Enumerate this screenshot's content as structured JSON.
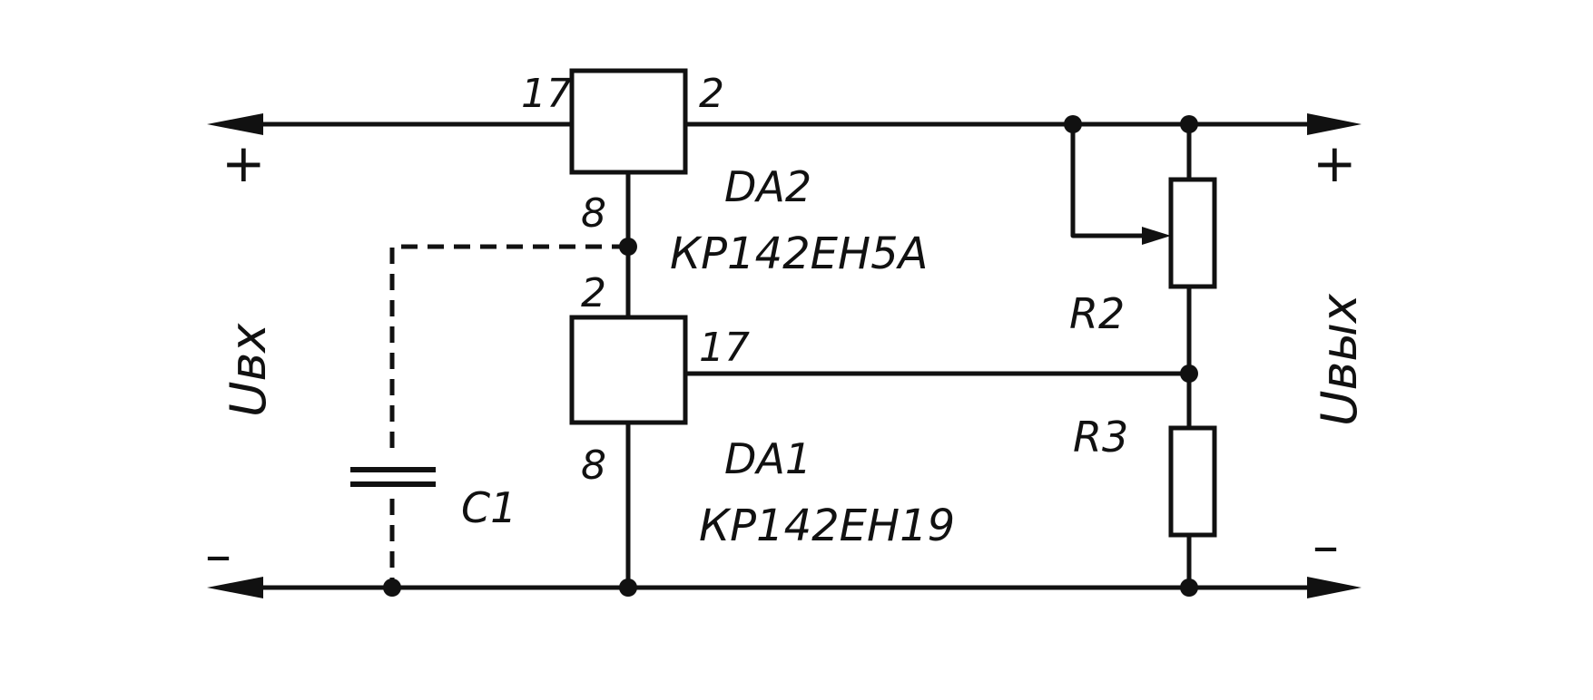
{
  "input": {
    "plus": "+",
    "minus": "–",
    "label": "Uвх"
  },
  "output": {
    "plus": "+",
    "minus": "–",
    "label": "Uвых"
  },
  "da2": {
    "ref": "DA2",
    "part": "КР142ЕН5А",
    "pin_in": "17",
    "pin_out": "2",
    "pin_common": "8"
  },
  "da1": {
    "ref": "DA1",
    "part": "КР142ЕН19",
    "pin_top": "2",
    "pin_ctrl": "17",
    "pin_common": "8"
  },
  "c1": {
    "ref": "C1"
  },
  "r2": {
    "ref": "R2"
  },
  "r3": {
    "ref": "R3"
  }
}
